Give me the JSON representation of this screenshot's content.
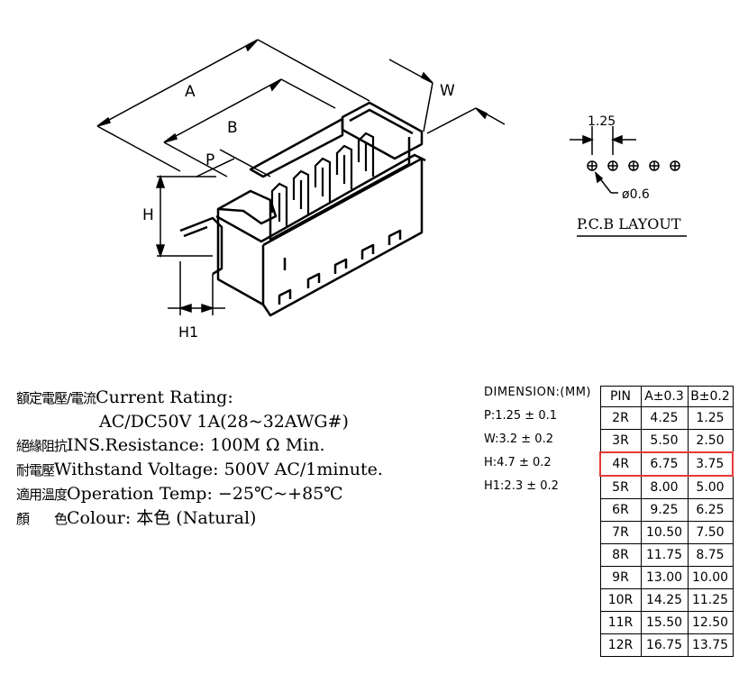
{
  "drawing": {
    "dim_a": "A",
    "dim_b": "B",
    "dim_p": "P",
    "dim_h": "H",
    "dim_h1": "H1",
    "dim_w": "W"
  },
  "pcb_layout": {
    "pitch": "1.25",
    "hole": "ø0.6",
    "title": "P.C.B LAYOUT"
  },
  "specs": [
    {
      "label": "額定電壓/電流",
      "text": "Current  Rating:"
    },
    {
      "label": "",
      "text": "AC/DC50V  1A(28~32AWG#)"
    },
    {
      "label": "絕緣阻抗",
      "text": "INS.Resistance: 100M Ω Min."
    },
    {
      "label": "耐電壓",
      "text": "Withstand  Voltage:   500V  AC/1minute."
    },
    {
      "label": "適用溫度",
      "text": "Operation  Temp: −25℃~+85℃"
    },
    {
      "label": "顏　　色",
      "text": "Colour: 本色 (Natural)"
    }
  ],
  "dimensions": {
    "title": "DIMENSION:(MM)",
    "items": [
      "P:1.25 ± 0.1",
      "W:3.2 ± 0.2",
      "H:4.7 ± 0.2",
      "H1:2.3 ± 0.2"
    ]
  },
  "pin_table": {
    "headers": [
      "PIN",
      "A±0.3",
      "B±0.2"
    ],
    "highlight_color": "#e53935",
    "rows": [
      [
        "2R",
        "4.25",
        "1.25"
      ],
      [
        "3R",
        "5.50",
        "2.50"
      ],
      [
        "4R",
        "6.75",
        "3.75"
      ],
      [
        "5R",
        "8.00",
        "5.00"
      ],
      [
        "6R",
        "9.25",
        "6.25"
      ],
      [
        "7R",
        "10.50",
        "7.50"
      ],
      [
        "8R",
        "11.75",
        "8.75"
      ],
      [
        "9R",
        "13.00",
        "10.00"
      ],
      [
        "10R",
        "14.25",
        "11.25"
      ],
      [
        "11R",
        "15.50",
        "12.50"
      ],
      [
        "12R",
        "16.75",
        "13.75"
      ]
    ],
    "highlighted_row": 2
  }
}
